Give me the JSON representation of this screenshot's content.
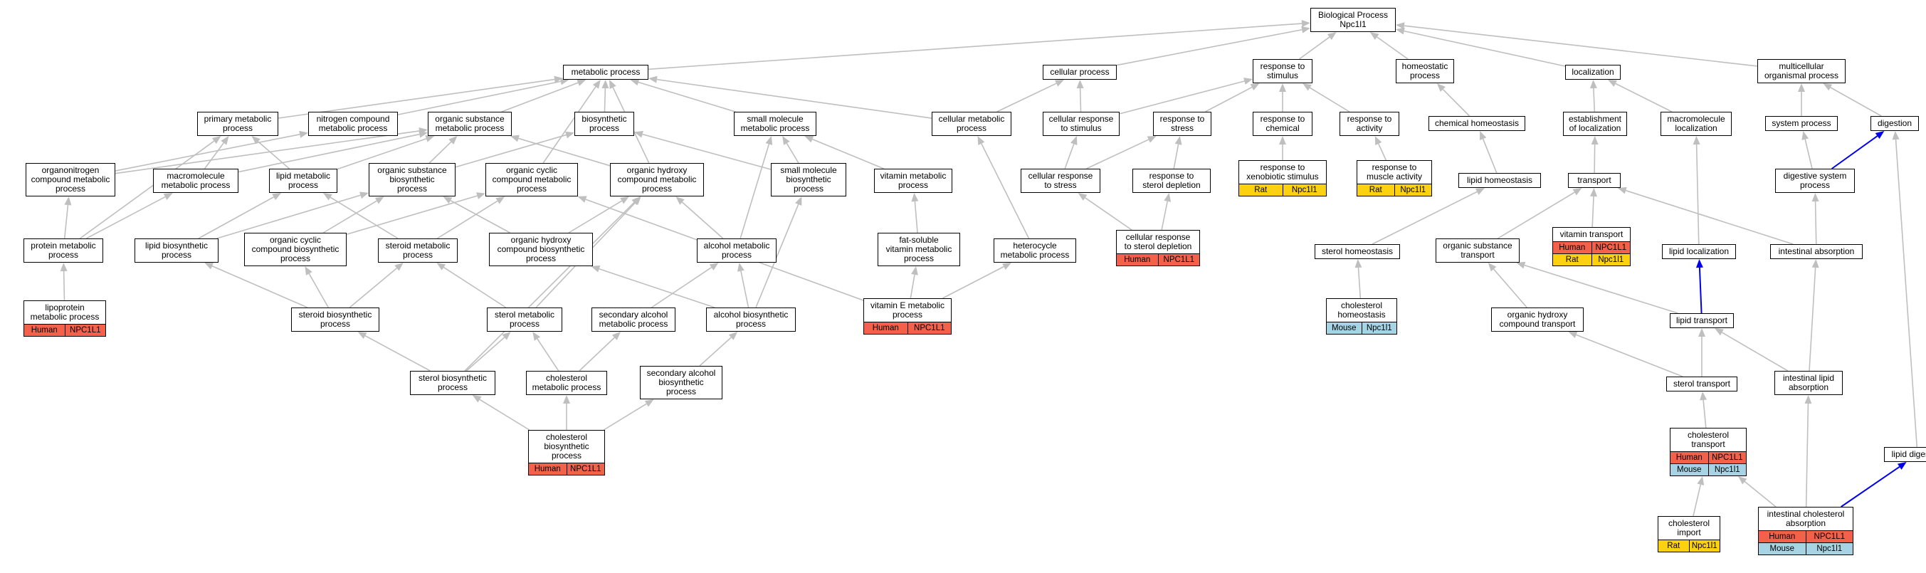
{
  "colors": {
    "Human": "#f4614a",
    "Rat": "#fcd10f",
    "Mouse": "#a6d4e4",
    "edge": "#bfbfbf",
    "edge_highlight": "#0000ee"
  },
  "nodes": {
    "root": {
      "label": "Biological Process\nNpc1l1"
    },
    "metabolic_process": {
      "label": "metabolic process"
    },
    "cellular_process": {
      "label": "cellular process"
    },
    "response_to_stimulus": {
      "label": "response to\nstimulus"
    },
    "homeostatic_process": {
      "label": "homeostatic\nprocess"
    },
    "localization": {
      "label": "localization"
    },
    "multicellular_organismal_process": {
      "label": "multicellular\norganismal process"
    },
    "primary_metabolic_process": {
      "label": "primary metabolic\nprocess"
    },
    "nitrogen_compound_metabolic_process": {
      "label": "nitrogen compound\nmetabolic process"
    },
    "organic_substance_metabolic_process": {
      "label": "organic substance\nmetabolic process"
    },
    "biosynthetic_process": {
      "label": "biosynthetic\nprocess"
    },
    "small_molecule_metabolic_process": {
      "label": "small molecule\nmetabolic process"
    },
    "cellular_metabolic_process": {
      "label": "cellular metabolic\nprocess"
    },
    "cellular_response_to_stimulus": {
      "label": "cellular response\nto stimulus"
    },
    "response_to_stress": {
      "label": "response to\nstress"
    },
    "response_to_chemical": {
      "label": "response to\nchemical"
    },
    "response_to_activity": {
      "label": "response to\nactivity"
    },
    "chemical_homeostasis": {
      "label": "chemical homeostasis"
    },
    "establishment_of_localization": {
      "label": "establishment\nof localization"
    },
    "macromolecule_localization": {
      "label": "macromolecule\nlocalization"
    },
    "system_process": {
      "label": "system process"
    },
    "digestion": {
      "label": "digestion"
    },
    "organonitrogen_compound_metabolic_process": {
      "label": "organonitrogen\ncompound metabolic\nprocess"
    },
    "macromolecule_metabolic_process": {
      "label": "macromolecule\nmetabolic process"
    },
    "lipid_metabolic_process": {
      "label": "lipid metabolic\nprocess"
    },
    "organic_substance_biosynthetic_process": {
      "label": "organic substance\nbiosynthetic\nprocess"
    },
    "organic_cyclic_compound_metabolic_process": {
      "label": "organic cyclic\ncompound metabolic\nprocess"
    },
    "organic_hydroxy_compound_metabolic_process": {
      "label": "organic hydroxy\ncompound metabolic\nprocess"
    },
    "small_molecule_biosynthetic_process": {
      "label": "small molecule\nbiosynthetic\nprocess"
    },
    "vitamin_metabolic_process": {
      "label": "vitamin metabolic\nprocess"
    },
    "cellular_response_to_stress": {
      "label": "cellular response\nto stress"
    },
    "response_to_sterol_depletion": {
      "label": "response to\nsterol depletion"
    },
    "response_to_xenobiotic_stimulus": {
      "label": "response to\nxenobiotic stimulus",
      "orthologs": [
        [
          "Rat",
          "Npc1l1"
        ]
      ]
    },
    "response_to_muscle_activity": {
      "label": "response to\nmuscle activity",
      "orthologs": [
        [
          "Rat",
          "Npc1l1"
        ]
      ]
    },
    "lipid_homeostasis": {
      "label": "lipid homeostasis"
    },
    "transport": {
      "label": "transport"
    },
    "digestive_system_process": {
      "label": "digestive system\nprocess"
    },
    "protein_metabolic_process": {
      "label": "protein metabolic\nprocess"
    },
    "lipid_biosynthetic_process": {
      "label": "lipid biosynthetic\nprocess"
    },
    "organic_cyclic_compound_biosynthetic_process": {
      "label": "organic cyclic\ncompound biosynthetic\nprocess"
    },
    "steroid_metabolic_process": {
      "label": "steroid metabolic\nprocess"
    },
    "organic_hydroxy_compound_biosynthetic_process": {
      "label": "organic hydroxy\ncompound biosynthetic\nprocess"
    },
    "alcohol_metabolic_process": {
      "label": "alcohol metabolic\nprocess"
    },
    "fat_soluble_vitamin_metabolic_process": {
      "label": "fat-soluble\nvitamin metabolic\nprocess"
    },
    "heterocycle_metabolic_process": {
      "label": "heterocycle\nmetabolic process"
    },
    "cellular_response_to_sterol_depletion": {
      "label": "cellular response\nto sterol depletion",
      "orthologs": [
        [
          "Human",
          "NPC1L1"
        ]
      ]
    },
    "sterol_homeostasis": {
      "label": "sterol homeostasis"
    },
    "organic_substance_transport": {
      "label": "organic substance\ntransport"
    },
    "vitamin_transport": {
      "label": "vitamin transport",
      "orthologs": [
        [
          "Human",
          "NPC1L1"
        ],
        [
          "Rat",
          "Npc1l1"
        ]
      ]
    },
    "lipid_localization": {
      "label": "lipid localization"
    },
    "intestinal_absorption": {
      "label": "intestinal absorption"
    },
    "lipoprotein_metabolic_process": {
      "label": "lipoprotein\nmetabolic process",
      "orthologs": [
        [
          "Human",
          "NPC1L1"
        ]
      ]
    },
    "steroid_biosynthetic_process": {
      "label": "steroid biosynthetic\nprocess"
    },
    "sterol_metabolic_process": {
      "label": "sterol metabolic\nprocess"
    },
    "secondary_alcohol_metabolic_process": {
      "label": "secondary alcohol\nmetabolic process"
    },
    "alcohol_biosynthetic_process": {
      "label": "alcohol biosynthetic\nprocess"
    },
    "vitamin_e_metabolic_process": {
      "label": "vitamin E metabolic\nprocess",
      "orthologs": [
        [
          "Human",
          "NPC1L1"
        ]
      ]
    },
    "cholesterol_homeostasis": {
      "label": "cholesterol\nhomeostasis",
      "orthologs": [
        [
          "Mouse",
          "Npc1l1"
        ]
      ]
    },
    "organic_hydroxy_compound_transport": {
      "label": "organic hydroxy\ncompound transport"
    },
    "lipid_transport": {
      "label": "lipid transport"
    },
    "sterol_biosynthetic_process": {
      "label": "sterol biosynthetic\nprocess"
    },
    "cholesterol_metabolic_process": {
      "label": "cholesterol\nmetabolic process"
    },
    "secondary_alcohol_biosynthetic_process": {
      "label": "secondary alcohol\nbiosynthetic\nprocess"
    },
    "sterol_transport": {
      "label": "sterol transport"
    },
    "intestinal_lipid_absorption": {
      "label": "intestinal lipid\nabsorption"
    },
    "cholesterol_biosynthetic_process": {
      "label": "cholesterol\nbiosynthetic\nprocess",
      "orthologs": [
        [
          "Human",
          "NPC1L1"
        ]
      ]
    },
    "cholesterol_transport": {
      "label": "cholesterol\ntransport",
      "orthologs": [
        [
          "Human",
          "NPC1L1"
        ],
        [
          "Mouse",
          "Npc1l1"
        ]
      ]
    },
    "lipid_digestion": {
      "label": "lipid digestion"
    },
    "cholesterol_import": {
      "label": "cholesterol\nimport",
      "orthologs": [
        [
          "Rat",
          "Npc1l1"
        ]
      ]
    },
    "intestinal_cholesterol_absorption": {
      "label": "intestinal cholesterol\nabsorption",
      "orthologs": [
        [
          "Human",
          "NPC1L1"
        ],
        [
          "Mouse",
          "Npc1l1"
        ]
      ]
    }
  },
  "edges": [
    [
      "metabolic_process",
      "root"
    ],
    [
      "cellular_process",
      "root"
    ],
    [
      "response_to_stimulus",
      "root"
    ],
    [
      "homeostatic_process",
      "root"
    ],
    [
      "localization",
      "root"
    ],
    [
      "multicellular_organismal_process",
      "root"
    ],
    [
      "primary_metabolic_process",
      "metabolic_process"
    ],
    [
      "nitrogen_compound_metabolic_process",
      "metabolic_process"
    ],
    [
      "organic_substance_metabolic_process",
      "metabolic_process"
    ],
    [
      "biosynthetic_process",
      "metabolic_process"
    ],
    [
      "small_molecule_metabolic_process",
      "metabolic_process"
    ],
    [
      "cellular_metabolic_process",
      "metabolic_process"
    ],
    [
      "cellular_metabolic_process",
      "cellular_process"
    ],
    [
      "cellular_response_to_stimulus",
      "cellular_process"
    ],
    [
      "cellular_response_to_stimulus",
      "response_to_stimulus"
    ],
    [
      "response_to_stress",
      "response_to_stimulus"
    ],
    [
      "response_to_chemical",
      "response_to_stimulus"
    ],
    [
      "response_to_activity",
      "response_to_stimulus"
    ],
    [
      "chemical_homeostasis",
      "homeostatic_process"
    ],
    [
      "establishment_of_localization",
      "localization"
    ],
    [
      "macromolecule_localization",
      "localization"
    ],
    [
      "system_process",
      "multicellular_organismal_process"
    ],
    [
      "digestion",
      "multicellular_organismal_process"
    ],
    [
      "organonitrogen_compound_metabolic_process",
      "nitrogen_compound_metabolic_process"
    ],
    [
      "organonitrogen_compound_metabolic_process",
      "organic_substance_metabolic_process"
    ],
    [
      "macromolecule_metabolic_process",
      "primary_metabolic_process"
    ],
    [
      "macromolecule_metabolic_process",
      "organic_substance_metabolic_process"
    ],
    [
      "lipid_metabolic_process",
      "primary_metabolic_process"
    ],
    [
      "lipid_metabolic_process",
      "organic_substance_metabolic_process"
    ],
    [
      "organic_substance_biosynthetic_process",
      "organic_substance_metabolic_process"
    ],
    [
      "organic_substance_biosynthetic_process",
      "biosynthetic_process"
    ],
    [
      "organic_cyclic_compound_metabolic_process",
      "metabolic_process"
    ],
    [
      "organic_hydroxy_compound_metabolic_process",
      "metabolic_process"
    ],
    [
      "organic_hydroxy_compound_metabolic_process",
      "organic_substance_metabolic_process"
    ],
    [
      "small_molecule_biosynthetic_process",
      "small_molecule_metabolic_process"
    ],
    [
      "small_molecule_biosynthetic_process",
      "biosynthetic_process"
    ],
    [
      "vitamin_metabolic_process",
      "small_molecule_metabolic_process"
    ],
    [
      "cellular_response_to_stress",
      "cellular_response_to_stimulus"
    ],
    [
      "cellular_response_to_stress",
      "response_to_stress"
    ],
    [
      "response_to_sterol_depletion",
      "response_to_stress"
    ],
    [
      "response_to_xenobiotic_stimulus",
      "response_to_chemical"
    ],
    [
      "response_to_muscle_activity",
      "response_to_activity"
    ],
    [
      "lipid_homeostasis",
      "chemical_homeostasis"
    ],
    [
      "transport",
      "establishment_of_localization"
    ],
    [
      "digestive_system_process",
      "system_process"
    ],
    [
      "protein_metabolic_process",
      "primary_metabolic_process"
    ],
    [
      "protein_metabolic_process",
      "organonitrogen_compound_metabolic_process"
    ],
    [
      "protein_metabolic_process",
      "macromolecule_metabolic_process"
    ],
    [
      "lipid_biosynthetic_process",
      "lipid_metabolic_process"
    ],
    [
      "lipid_biosynthetic_process",
      "organic_substance_biosynthetic_process"
    ],
    [
      "organic_cyclic_compound_biosynthetic_process",
      "organic_substance_biosynthetic_process"
    ],
    [
      "organic_cyclic_compound_biosynthetic_process",
      "organic_cyclic_compound_metabolic_process"
    ],
    [
      "steroid_metabolic_process",
      "lipid_metabolic_process"
    ],
    [
      "steroid_metabolic_process",
      "organic_cyclic_compound_metabolic_process"
    ],
    [
      "organic_hydroxy_compound_biosynthetic_process",
      "organic_substance_biosynthetic_process"
    ],
    [
      "organic_hydroxy_compound_biosynthetic_process",
      "organic_hydroxy_compound_metabolic_process"
    ],
    [
      "alcohol_metabolic_process",
      "organic_hydroxy_compound_metabolic_process"
    ],
    [
      "alcohol_metabolic_process",
      "small_molecule_metabolic_process"
    ],
    [
      "fat_soluble_vitamin_metabolic_process",
      "vitamin_metabolic_process"
    ],
    [
      "heterocycle_metabolic_process",
      "cellular_metabolic_process"
    ],
    [
      "cellular_response_to_sterol_depletion",
      "cellular_response_to_stress"
    ],
    [
      "cellular_response_to_sterol_depletion",
      "response_to_sterol_depletion"
    ],
    [
      "sterol_homeostasis",
      "lipid_homeostasis"
    ],
    [
      "organic_substance_transport",
      "transport"
    ],
    [
      "vitamin_transport",
      "transport"
    ],
    [
      "lipid_localization",
      "macromolecule_localization"
    ],
    [
      "intestinal_absorption",
      "transport"
    ],
    [
      "intestinal_absorption",
      "digestive_system_process"
    ],
    [
      "lipoprotein_metabolic_process",
      "protein_metabolic_process"
    ],
    [
      "steroid_biosynthetic_process",
      "lipid_biosynthetic_process"
    ],
    [
      "steroid_biosynthetic_process",
      "organic_cyclic_compound_biosynthetic_process"
    ],
    [
      "steroid_biosynthetic_process",
      "steroid_metabolic_process"
    ],
    [
      "sterol_metabolic_process",
      "steroid_metabolic_process"
    ],
    [
      "sterol_metabolic_process",
      "organic_hydroxy_compound_metabolic_process"
    ],
    [
      "secondary_alcohol_metabolic_process",
      "alcohol_metabolic_process"
    ],
    [
      "alcohol_biosynthetic_process",
      "alcohol_metabolic_process"
    ],
    [
      "alcohol_biosynthetic_process",
      "small_molecule_biosynthetic_process"
    ],
    [
      "alcohol_biosynthetic_process",
      "organic_hydroxy_compound_biosynthetic_process"
    ],
    [
      "vitamin_e_metabolic_process",
      "fat_soluble_vitamin_metabolic_process"
    ],
    [
      "vitamin_e_metabolic_process",
      "heterocycle_metabolic_process"
    ],
    [
      "vitamin_e_metabolic_process",
      "organic_cyclic_compound_metabolic_process"
    ],
    [
      "cholesterol_homeostasis",
      "sterol_homeostasis"
    ],
    [
      "organic_hydroxy_compound_transport",
      "organic_substance_transport"
    ],
    [
      "lipid_transport",
      "lipid_localization",
      "hl"
    ],
    [
      "lipid_transport",
      "organic_substance_transport"
    ],
    [
      "sterol_biosynthetic_process",
      "sterol_metabolic_process"
    ],
    [
      "sterol_biosynthetic_process",
      "steroid_biosynthetic_process"
    ],
    [
      "sterol_biosynthetic_process",
      "organic_hydroxy_compound_metabolic_process"
    ],
    [
      "cholesterol_metabolic_process",
      "sterol_metabolic_process"
    ],
    [
      "cholesterol_metabolic_process",
      "secondary_alcohol_metabolic_process"
    ],
    [
      "secondary_alcohol_biosynthetic_process",
      "alcohol_biosynthetic_process"
    ],
    [
      "sterol_transport",
      "lipid_transport"
    ],
    [
      "sterol_transport",
      "organic_hydroxy_compound_transport"
    ],
    [
      "intestinal_lipid_absorption",
      "intestinal_absorption"
    ],
    [
      "intestinal_lipid_absorption",
      "lipid_transport"
    ],
    [
      "cholesterol_biosynthetic_process",
      "cholesterol_metabolic_process"
    ],
    [
      "cholesterol_biosynthetic_process",
      "sterol_biosynthetic_process"
    ],
    [
      "cholesterol_biosynthetic_process",
      "secondary_alcohol_biosynthetic_process"
    ],
    [
      "cholesterol_transport",
      "sterol_transport"
    ],
    [
      "cholesterol_import",
      "cholesterol_transport"
    ],
    [
      "intestinal_cholesterol_absorption",
      "intestinal_lipid_absorption"
    ],
    [
      "intestinal_cholesterol_absorption",
      "cholesterol_transport"
    ],
    [
      "intestinal_cholesterol_absorption",
      "lipid_digestion",
      "hl"
    ],
    [
      "lipid_digestion",
      "digestion"
    ],
    [
      "digestive_system_process",
      "digestion",
      "hl"
    ]
  ]
}
